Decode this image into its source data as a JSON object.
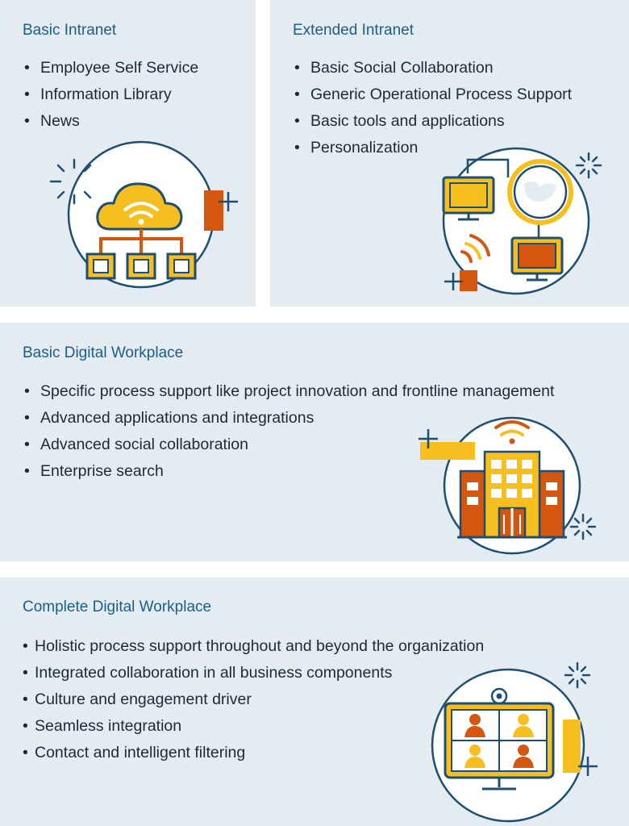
{
  "panels": [
    {
      "title": "Basic Intranet",
      "items": [
        "Employee Self Service",
        "Information Library",
        "News"
      ],
      "icon": "cloud-network-icon"
    },
    {
      "title": "Extended Intranet",
      "items": [
        "Basic Social Collaboration",
        "Generic Operational Process Support",
        "Basic tools and applications",
        "Personalization"
      ],
      "icon": "connected-computers-globe-icon"
    },
    {
      "title": "Basic Digital Workplace",
      "items": [
        "Specific process support like project innovation and frontline management",
        "Advanced applications and integrations",
        "Advanced social collaboration",
        "Enterprise search"
      ],
      "icon": "office-building-wifi-icon"
    },
    {
      "title": "Complete Digital Workplace",
      "items": [
        "Holistic process support throughout and beyond the organization",
        "Integrated collaboration in all business components",
        "Culture and engagement driver",
        "Seamless integration",
        "Contact and intelligent filtering"
      ],
      "icon": "video-conference-monitor-icon"
    }
  ],
  "colors": {
    "panel_bg": "#e4ebf1",
    "title": "#1a5f86",
    "text": "#1d2a36",
    "navy": "#1d4f73",
    "yellow": "#f6be1e",
    "orange": "#d4560f"
  }
}
